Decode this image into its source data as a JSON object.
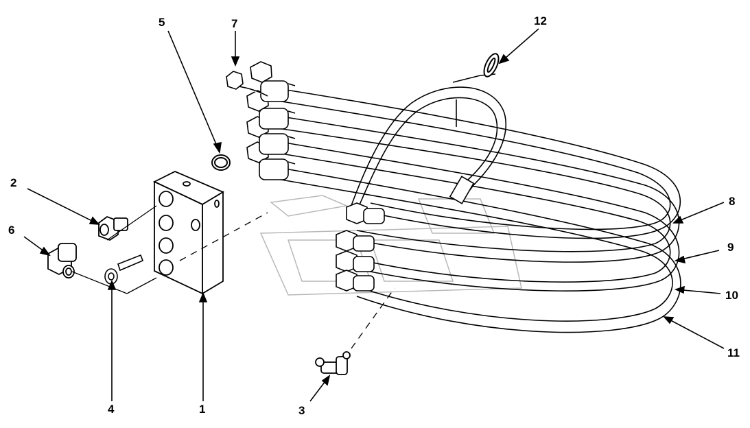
{
  "callouts": {
    "c1": "1",
    "c2": "2",
    "c3": "3",
    "c4": "4",
    "c5": "5",
    "c6": "6",
    "c7": "7",
    "c8": "8",
    "c9": "9",
    "c10": "10",
    "c11": "11",
    "c12": "12"
  },
  "colors": {
    "line": "#000000",
    "background": "#ffffff",
    "watermark": "#b0b0b0"
  }
}
